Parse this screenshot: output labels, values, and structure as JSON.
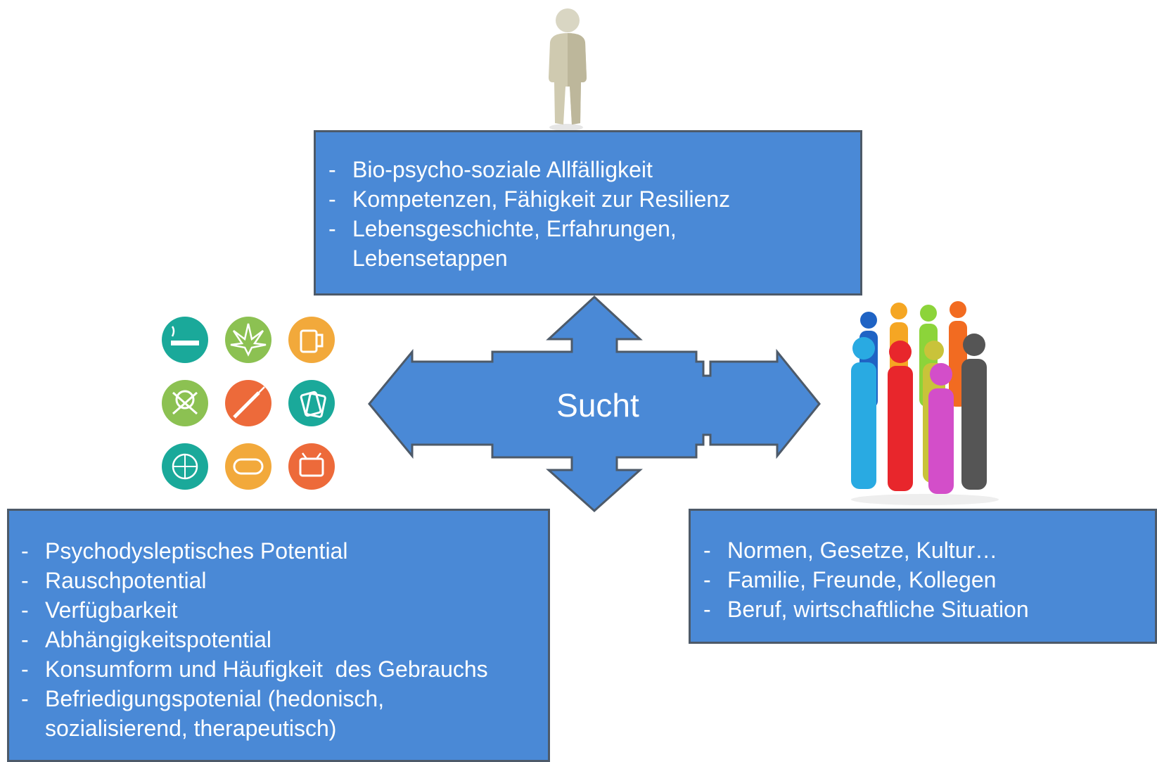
{
  "center": {
    "label": "Sucht"
  },
  "individual_box": {
    "items": [
      "Bio-psycho-soziale Allfälligkeit",
      "Kompetenzen, Fähigkeit zur Resilienz",
      "Lebensgeschichte, Erfahrungen,",
      "Lebensetappen"
    ]
  },
  "substance_box": {
    "items": [
      "Psychodysleptisches Potential",
      "Rauschpotential",
      "Verfügbarkeit",
      "Abhängigkeitspotential",
      "Konsumform und Häufigkeit  des Gebrauchs",
      "Befriedigungspotenial (hedonisch,",
      "sozialisierend, therapeutisch)"
    ]
  },
  "society_box": {
    "items": [
      "Normen, Gesetze, Kultur…",
      "Familie, Freunde, Kollegen",
      "Beruf, wirtschaftliche Situation"
    ]
  },
  "bullet": "-",
  "colors": {
    "box_fill": "#4a89d6",
    "box_border": "#4d5a69",
    "arrow_fill": "#4a89d6",
    "text": "#ffffff"
  },
  "icons": [
    {
      "name": "cigarette-icon",
      "color": "#1aa99a"
    },
    {
      "name": "cannabis-leaf-icon",
      "color": "#8cc152"
    },
    {
      "name": "beer-mug-icon",
      "color": "#f2a93b"
    },
    {
      "name": "skull-crossbones-icon",
      "color": "#8cc152"
    },
    {
      "name": "syringe-icon",
      "color": "#ed6a3a"
    },
    {
      "name": "playing-cards-icon",
      "color": "#1aa99a"
    },
    {
      "name": "globe-www-icon",
      "color": "#1aa99a"
    },
    {
      "name": "gamepad-icon",
      "color": "#f2a93b"
    },
    {
      "name": "television-icon",
      "color": "#ed6a3a"
    }
  ]
}
